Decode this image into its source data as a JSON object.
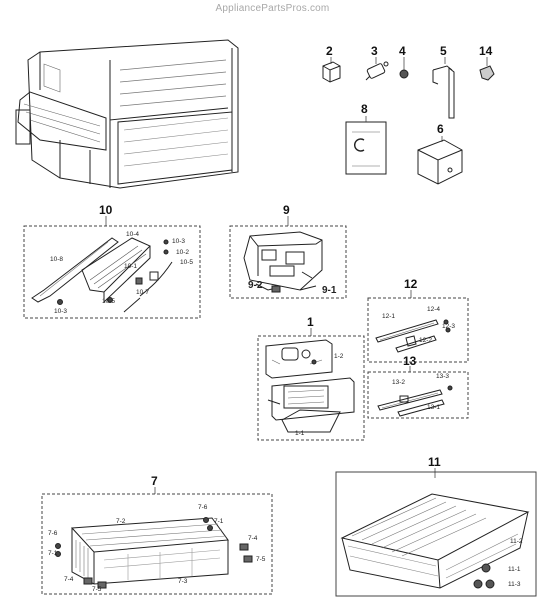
{
  "watermark": "AppliancePartsPros.com",
  "callouts": {
    "c2": "2",
    "c3": "3",
    "c4": "4",
    "c5": "5",
    "c14": "14",
    "c8": "8",
    "c6": "6",
    "c10": "10",
    "c9": "9",
    "c12": "12",
    "c1": "1",
    "c13": "13",
    "c7": "7",
    "c11": "11"
  },
  "sublabels": {
    "s10_4": "10-4",
    "s10_3a": "10-3",
    "s10_2": "10-2",
    "s10_5a": "10-5",
    "s10_8": "10-8",
    "s10_1": "10-1",
    "s10_7": "10-7",
    "s10_5b": "10-5",
    "s10_3b": "10-3",
    "s9_2": "9-2",
    "s9_1": "9-1",
    "s12_1": "12-1",
    "s12_4": "12-4",
    "s12_3": "12-3",
    "s12_2": "12-2",
    "s1_2": "1-2",
    "s1_1": "1-1",
    "s13_2": "13-2",
    "s13_3": "13-3",
    "s13_1": "13-1",
    "s7_2": "7-2",
    "s7_6a": "7-6",
    "s7_1a": "7-1",
    "s7_6b": "7-6",
    "s7_1b": "7-1",
    "s7_4a": "7-4",
    "s7_5a": "7-5",
    "s7_3": "7-3",
    "s7_4b": "7-4",
    "s7_5b": "7-5",
    "s11_2": "11-2",
    "s11_1": "11-1",
    "s11_3": "11-3"
  }
}
